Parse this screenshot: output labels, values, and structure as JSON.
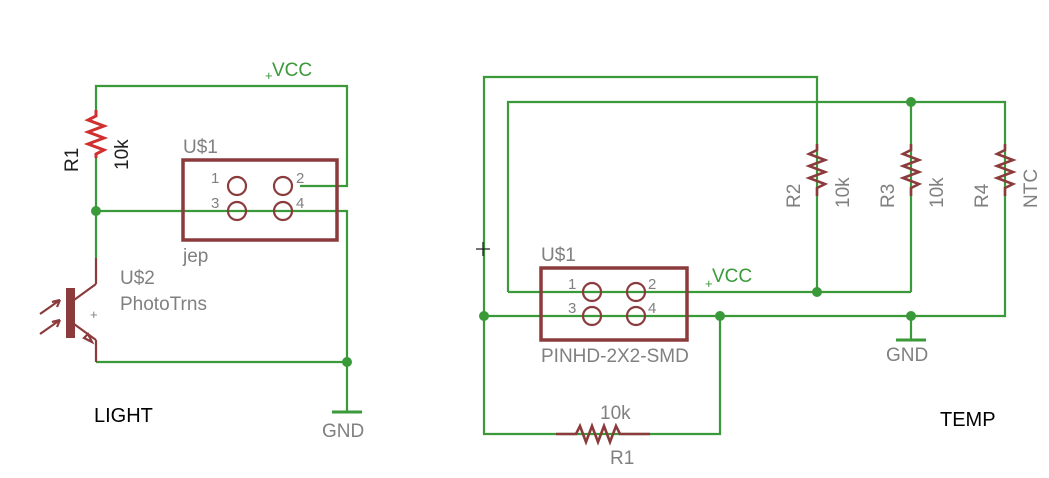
{
  "light": {
    "section_label": "LIGHT",
    "vcc": "VCC",
    "gnd": "GND",
    "r1": {
      "name": "R1",
      "value": "10k"
    },
    "u1": {
      "name": "U$1",
      "value": "jep",
      "pins": [
        "1",
        "2",
        "3",
        "4"
      ]
    },
    "u2": {
      "name": "U$2",
      "value": "PhotoTrns"
    }
  },
  "temp": {
    "section_label": "TEMP",
    "vcc": "VCC",
    "gnd": "GND",
    "u1": {
      "name": "U$1",
      "value": "PINHD-2X2-SMD",
      "pins": [
        "1",
        "2",
        "3",
        "4"
      ]
    },
    "r1": {
      "name": "R1",
      "value": "10k"
    },
    "r2": {
      "name": "R2",
      "value": "10k"
    },
    "r3": {
      "name": "R3",
      "value": "10k"
    },
    "r4": {
      "name": "R4",
      "value": "NTC"
    }
  },
  "colors": {
    "wire": "#3a9a3a",
    "part": "#8b3b3b",
    "highlight_resistor": "#d03030",
    "label": "#808080"
  }
}
